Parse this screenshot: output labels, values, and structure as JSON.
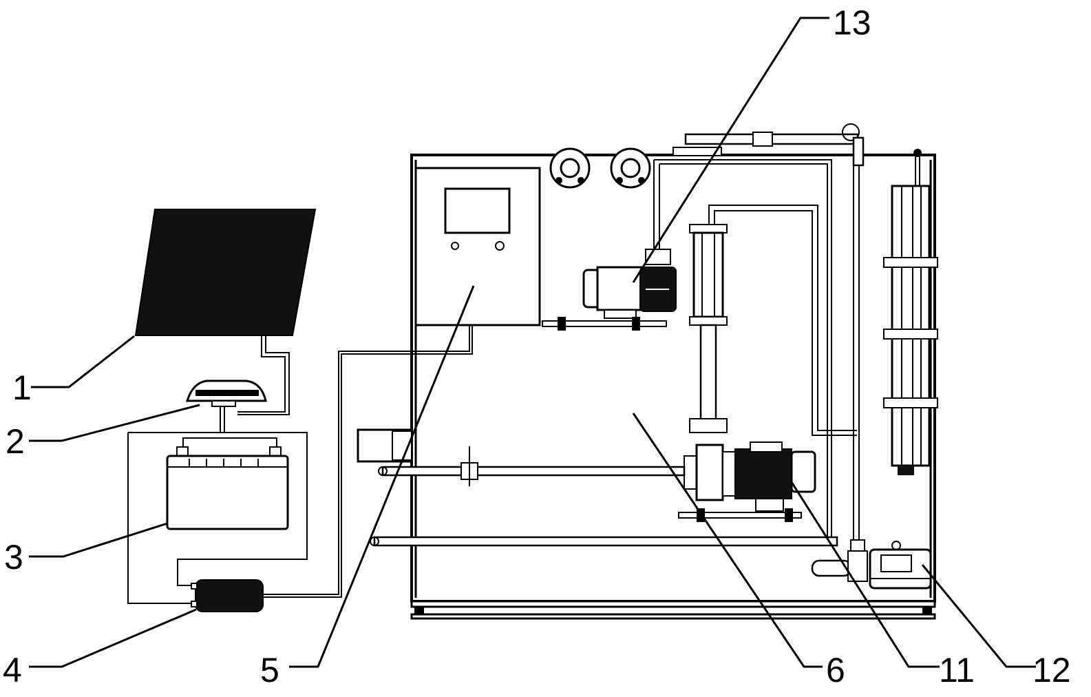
{
  "labels": {
    "l1": "1",
    "l2": "2",
    "l3": "3",
    "l4": "4",
    "l5": "5",
    "l6": "6",
    "l11": "11",
    "l12": "12",
    "l13": "13"
  },
  "colors": {
    "ink": "#000000",
    "panel": "#111111",
    "background": "#ffffff"
  }
}
